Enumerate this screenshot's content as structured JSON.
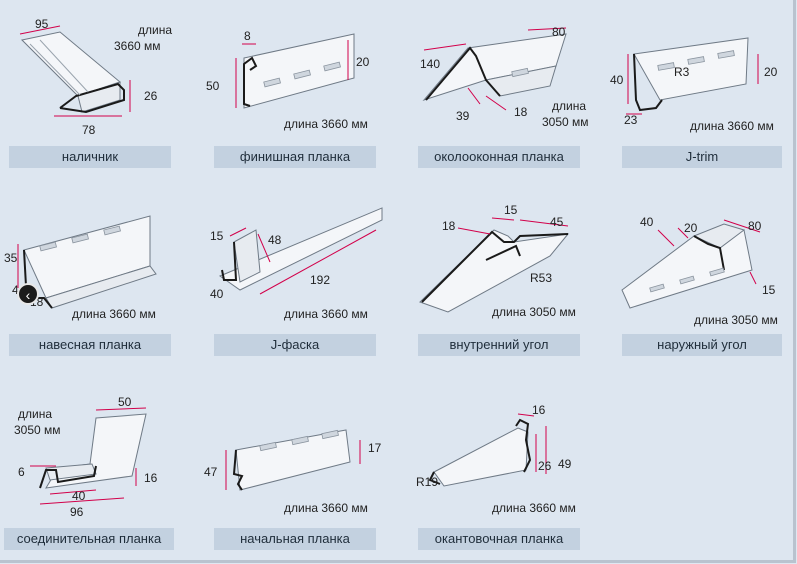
{
  "profiles": [
    {
      "id": "nalichnik",
      "caption": "наличник",
      "dims": [
        "95",
        "26",
        "78"
      ],
      "length_label": "длина",
      "length_value": "3660 мм"
    },
    {
      "id": "finish",
      "caption": "финишная планка",
      "dims": [
        "8",
        "50",
        "20"
      ],
      "length": "длина 3660 мм"
    },
    {
      "id": "okolo",
      "caption": "околооконная планка",
      "dims": [
        "80",
        "140",
        "39",
        "18"
      ],
      "length_label": "длина",
      "length_value": "3050 мм"
    },
    {
      "id": "jtrim",
      "caption": "J-trim",
      "dims": [
        "40",
        "R3",
        "20",
        "23"
      ],
      "length": "длина 3660 мм"
    },
    {
      "id": "navesnaya",
      "caption": "навесная планка",
      "dims": [
        "35",
        "4",
        "18"
      ],
      "length": "длина 3660 мм"
    },
    {
      "id": "jfaska",
      "caption": "J-фаска",
      "dims": [
        "15",
        "48",
        "192",
        "40"
      ],
      "length": "длина 3660 мм"
    },
    {
      "id": "vnutr",
      "caption": "внутренний угол",
      "dims": [
        "15",
        "18",
        "45",
        "R53"
      ],
      "length": "длина 3050 мм"
    },
    {
      "id": "naruzh",
      "caption": "наружный угол",
      "dims": [
        "40",
        "20",
        "80",
        "15"
      ],
      "length": "длина 3050 мм"
    },
    {
      "id": "soed",
      "caption": "соединительная планка",
      "dims": [
        "50",
        "6",
        "16",
        "40",
        "96"
      ],
      "length_label": "длина",
      "length_value": "3050 мм"
    },
    {
      "id": "nach",
      "caption": "начальная планка",
      "dims": [
        "47",
        "17"
      ],
      "length": "длина 3660 мм"
    },
    {
      "id": "okant",
      "caption": "окантовочная планка",
      "dims": [
        "16",
        "R19",
        "26",
        "49"
      ],
      "length": "длина 3660 мм"
    }
  ],
  "nav": {
    "prev_glyph": "‹"
  }
}
